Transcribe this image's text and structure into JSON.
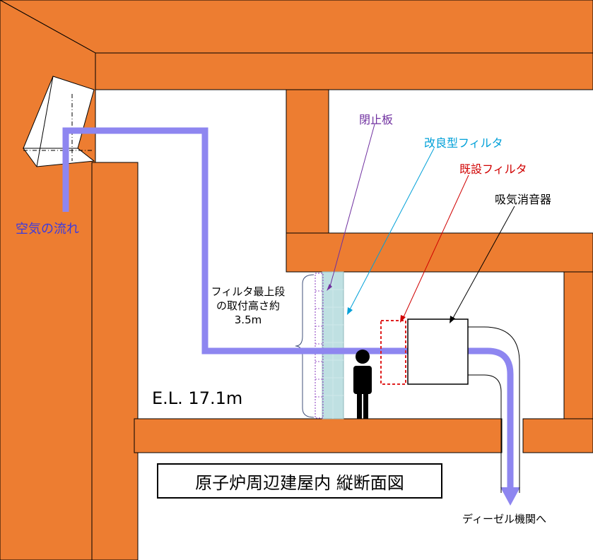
{
  "diagram": {
    "caption": "原子炉周辺建屋内 縦断面図",
    "labels": {
      "closing_plate": "閉止板",
      "improved_filter": "改良型フィルタ",
      "existing_filter": "既設フィルタ",
      "intake_silencer": "吸気消音器",
      "airflow": "空気の流れ",
      "filter_height": "フィルタ最上段の取付高さ約3.5m",
      "elevation": "E.L. 17.1m",
      "to_diesel": "ディーゼル機関へ"
    },
    "colors": {
      "wall": "#ED7D31",
      "airflow": "#8E86F0",
      "closing_plate_label": "#7030A0",
      "improved_filter_label": "#00A0D8",
      "existing_filter_label": "#D00000",
      "improved_filter_fill": "#BFE0E2",
      "closing_plate_outline": "#9B59C8",
      "existing_filter_outline": "#E02020"
    },
    "icons": [
      "person-icon"
    ]
  }
}
